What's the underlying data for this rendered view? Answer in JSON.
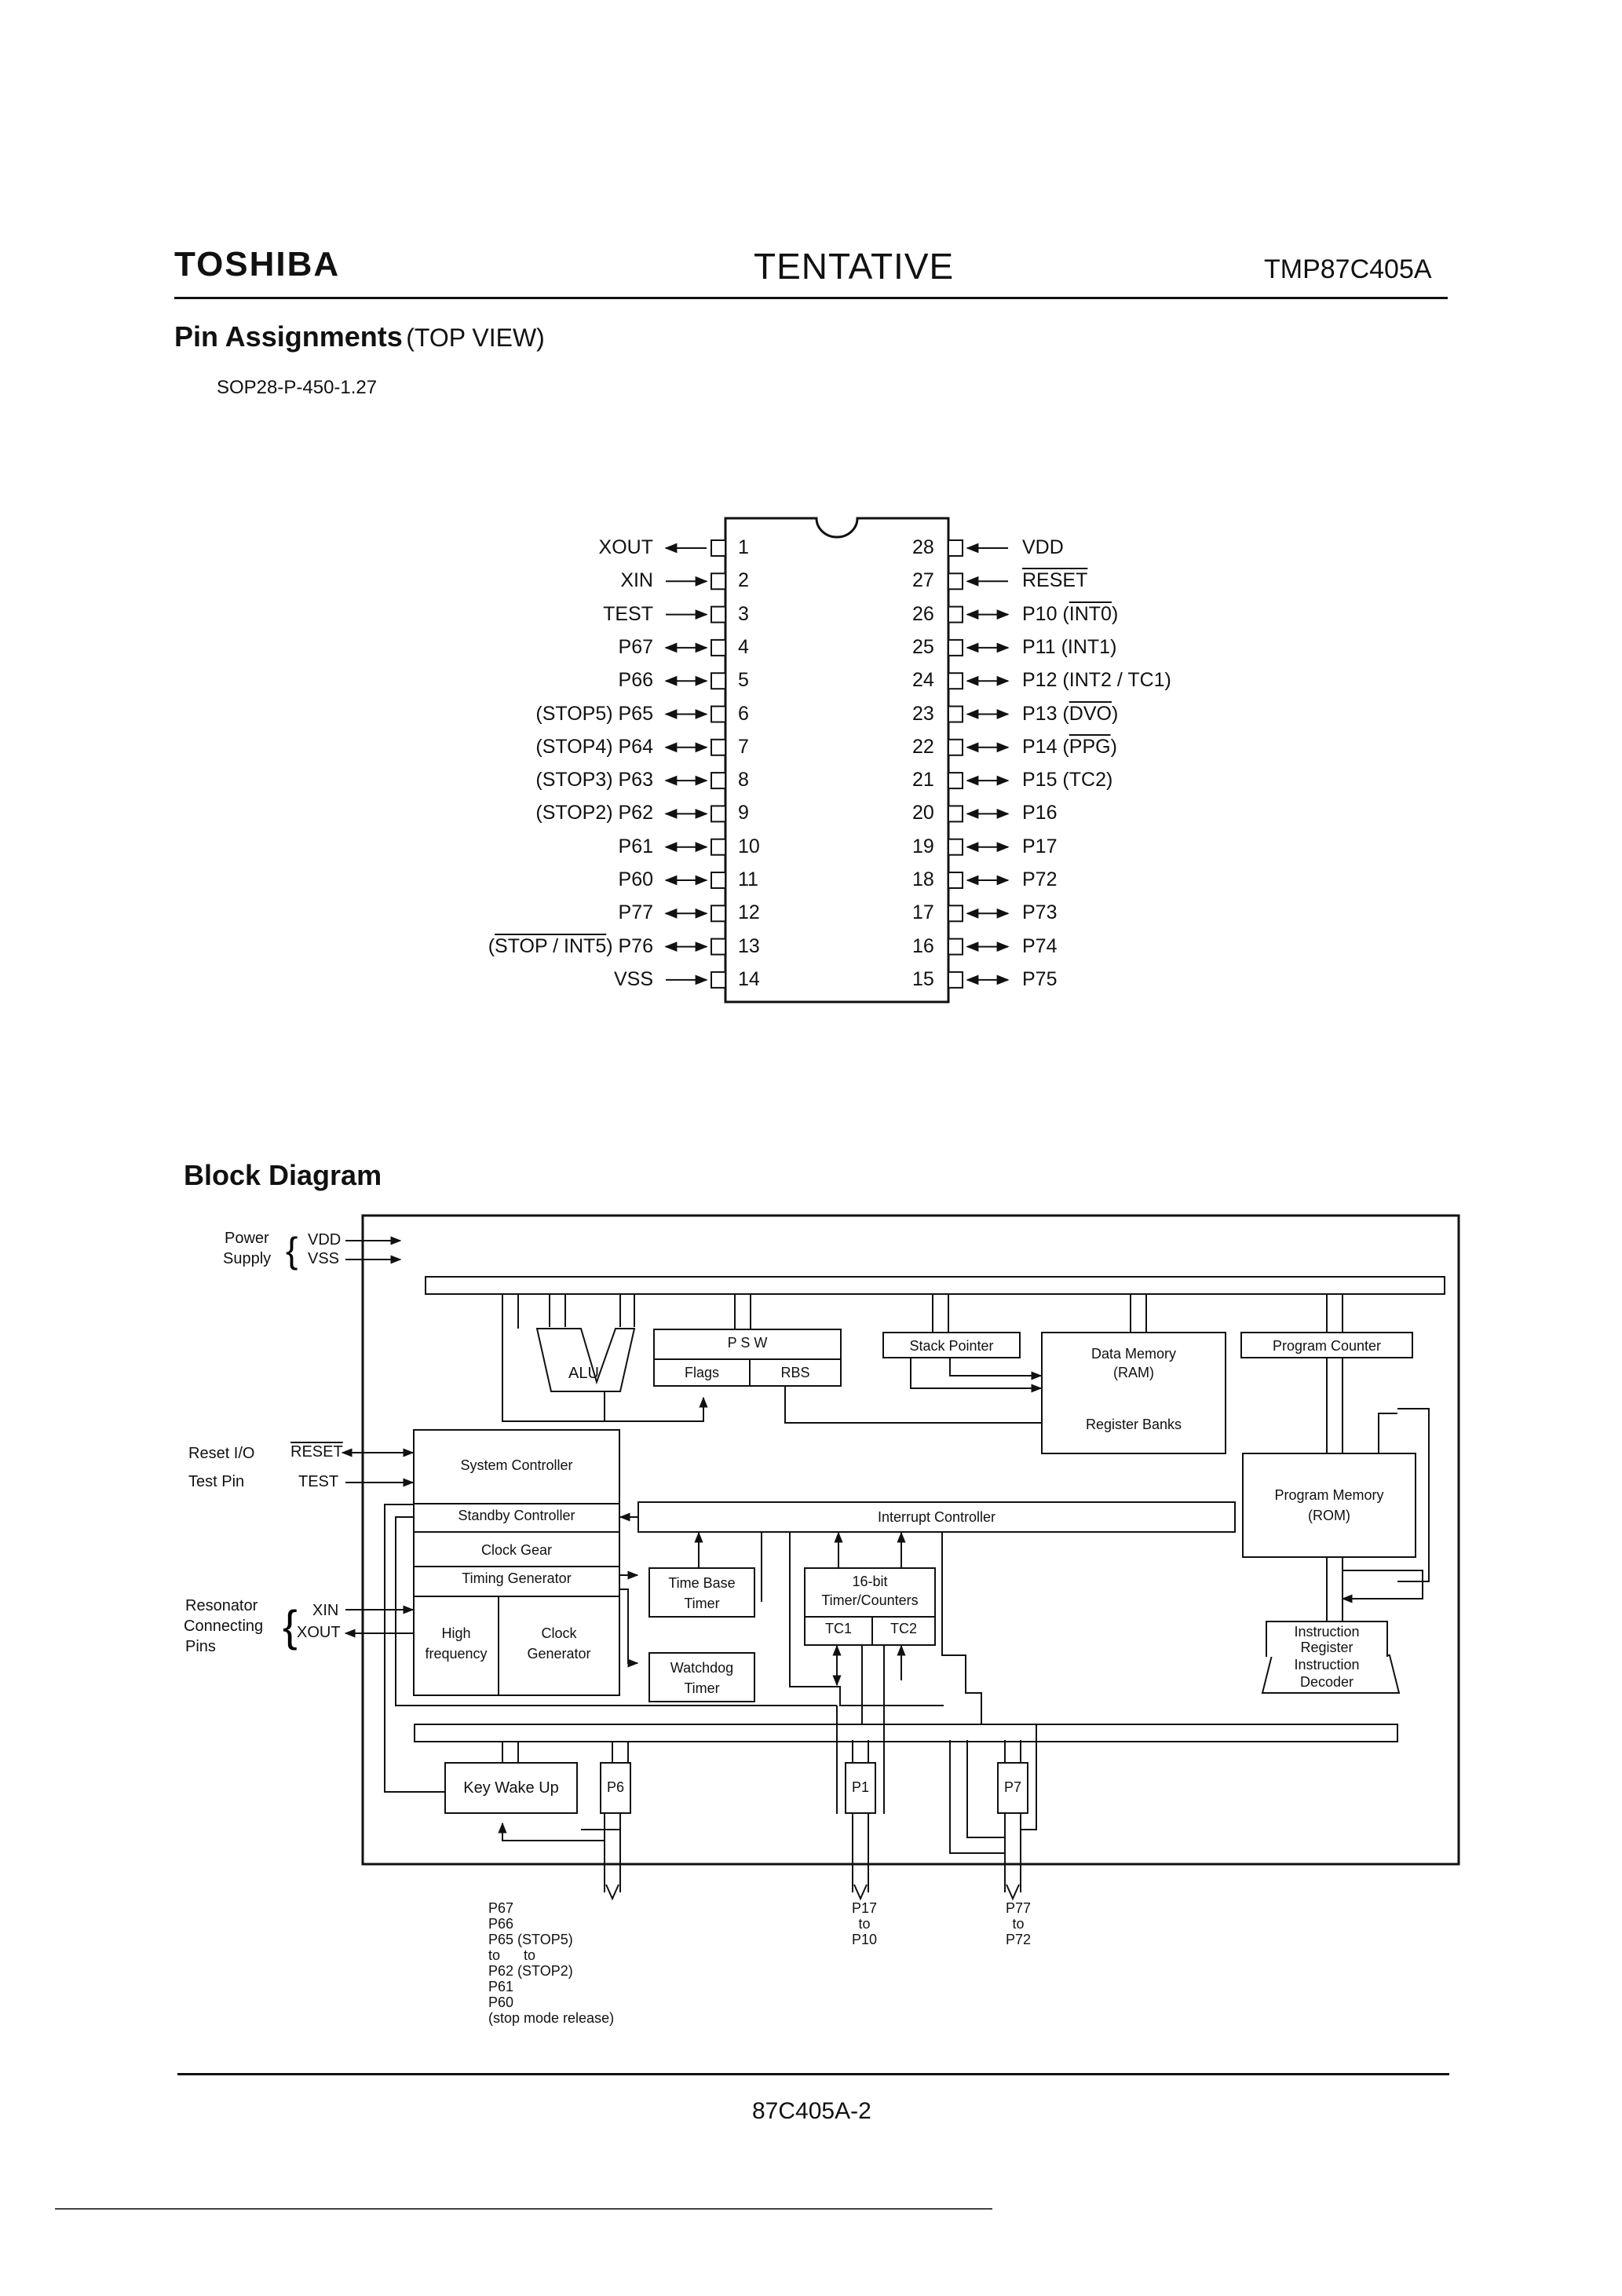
{
  "header": {
    "brand": "TOSHIBA",
    "status": "TENTATIVE",
    "part_number": "TMP87C405A"
  },
  "pin_section": {
    "title": "Pin Assignments",
    "subtitle": "(TOP VIEW)",
    "package": "SOP28-P-450-1.27",
    "left_pins": [
      {
        "num": "1",
        "label": "XOUT"
      },
      {
        "num": "2",
        "label": "XIN"
      },
      {
        "num": "3",
        "label": "TEST"
      },
      {
        "num": "4",
        "label": "P67"
      },
      {
        "num": "5",
        "label": "P66"
      },
      {
        "num": "6",
        "label": "(STOP5) P65"
      },
      {
        "num": "7",
        "label": "(STOP4) P64"
      },
      {
        "num": "8",
        "label": "(STOP3) P63"
      },
      {
        "num": "9",
        "label": "(STOP2) P62"
      },
      {
        "num": "10",
        "label": "P61"
      },
      {
        "num": "11",
        "label": "P60"
      },
      {
        "num": "12",
        "label": "P77"
      },
      {
        "num": "13",
        "label_pre": "(",
        "label_ol": "STOP / INT5",
        "label_post": ") P76"
      },
      {
        "num": "14",
        "label": "VSS"
      }
    ],
    "right_pins": [
      {
        "num": "28",
        "label": "VDD"
      },
      {
        "num": "27",
        "label_ol": "RESET"
      },
      {
        "num": "26",
        "label_pre": "P10 (",
        "label_ol": "INT0",
        "label_post": ")"
      },
      {
        "num": "25",
        "label": "P11 (INT1)"
      },
      {
        "num": "24",
        "label": "P12 (INT2 / TC1)"
      },
      {
        "num": "23",
        "label_pre": "P13 (",
        "label_ol": "DVO",
        "label_post": ")"
      },
      {
        "num": "22",
        "label_pre": "P14 (",
        "label_ol": "PPG",
        "label_post": ")"
      },
      {
        "num": "21",
        "label": "P15 (TC2)"
      },
      {
        "num": "20",
        "label": "P16"
      },
      {
        "num": "19",
        "label": "P17"
      },
      {
        "num": "18",
        "label": "P72"
      },
      {
        "num": "17",
        "label": "P73"
      },
      {
        "num": "16",
        "label": "P74"
      },
      {
        "num": "15",
        "label": "P75"
      }
    ]
  },
  "block_section": {
    "title": "Block Diagram",
    "power": {
      "label1": "Power",
      "label2": "Supply",
      "vdd": "VDD",
      "vss": "VSS"
    },
    "reset": {
      "label": "Reset I/O",
      "pin": "RESET"
    },
    "test": {
      "label": "Test Pin",
      "pin": "TEST"
    },
    "resonator": {
      "label1": "Resonator",
      "label2": "Connecting",
      "label3": "Pins",
      "xin": "XIN",
      "xout": "XOUT"
    },
    "alu": "ALU",
    "psw": {
      "title": "P  S  W",
      "flags": "Flags",
      "rbs": "RBS"
    },
    "stack_pointer": "Stack Pointer",
    "data_memory": {
      "line1": "Data Memory",
      "line2": "(RAM)",
      "register_banks": "Register Banks"
    },
    "program_counter": "Program Counter",
    "program_memory": {
      "line1": "Program Memory",
      "line2": "(ROM)"
    },
    "instruction_register": {
      "line1": "Instruction",
      "line2": "Register"
    },
    "instruction_decoder": {
      "line1": "Instruction",
      "line2": "Decoder"
    },
    "system_controller": "System Controller",
    "standby_controller": "Standby Controller",
    "clock_gear": "Clock Gear",
    "timing_generator": "Timing Generator",
    "high_frequency": {
      "line1": "High",
      "line2": "frequency"
    },
    "clock_generator": {
      "line1": "Clock",
      "line2": "Generator"
    },
    "interrupt_controller": "Interrupt Controller",
    "time_base_timer": {
      "line1": "Time Base",
      "line2": "Timer"
    },
    "watchdog_timer": {
      "line1": "Watchdog",
      "line2": "Timer"
    },
    "timer_counters": {
      "line1": "16-bit",
      "line2": "Timer/Counters",
      "tc1": "TC1",
      "tc2": "TC2"
    },
    "key_wake_up": "Key Wake Up",
    "ports": {
      "p6": "P6",
      "p1": "P1",
      "p7": "P7"
    },
    "p6_labels": [
      "P67",
      "P66",
      "P65 (STOP5)",
      "to      to",
      "P62 (STOP2)",
      "P61",
      "P60",
      "(stop mode release)"
    ],
    "p1_labels": [
      "P17",
      "to",
      "P10"
    ],
    "p7_labels": [
      "P77",
      "to",
      "P72"
    ]
  },
  "footer": "87C405A-2"
}
